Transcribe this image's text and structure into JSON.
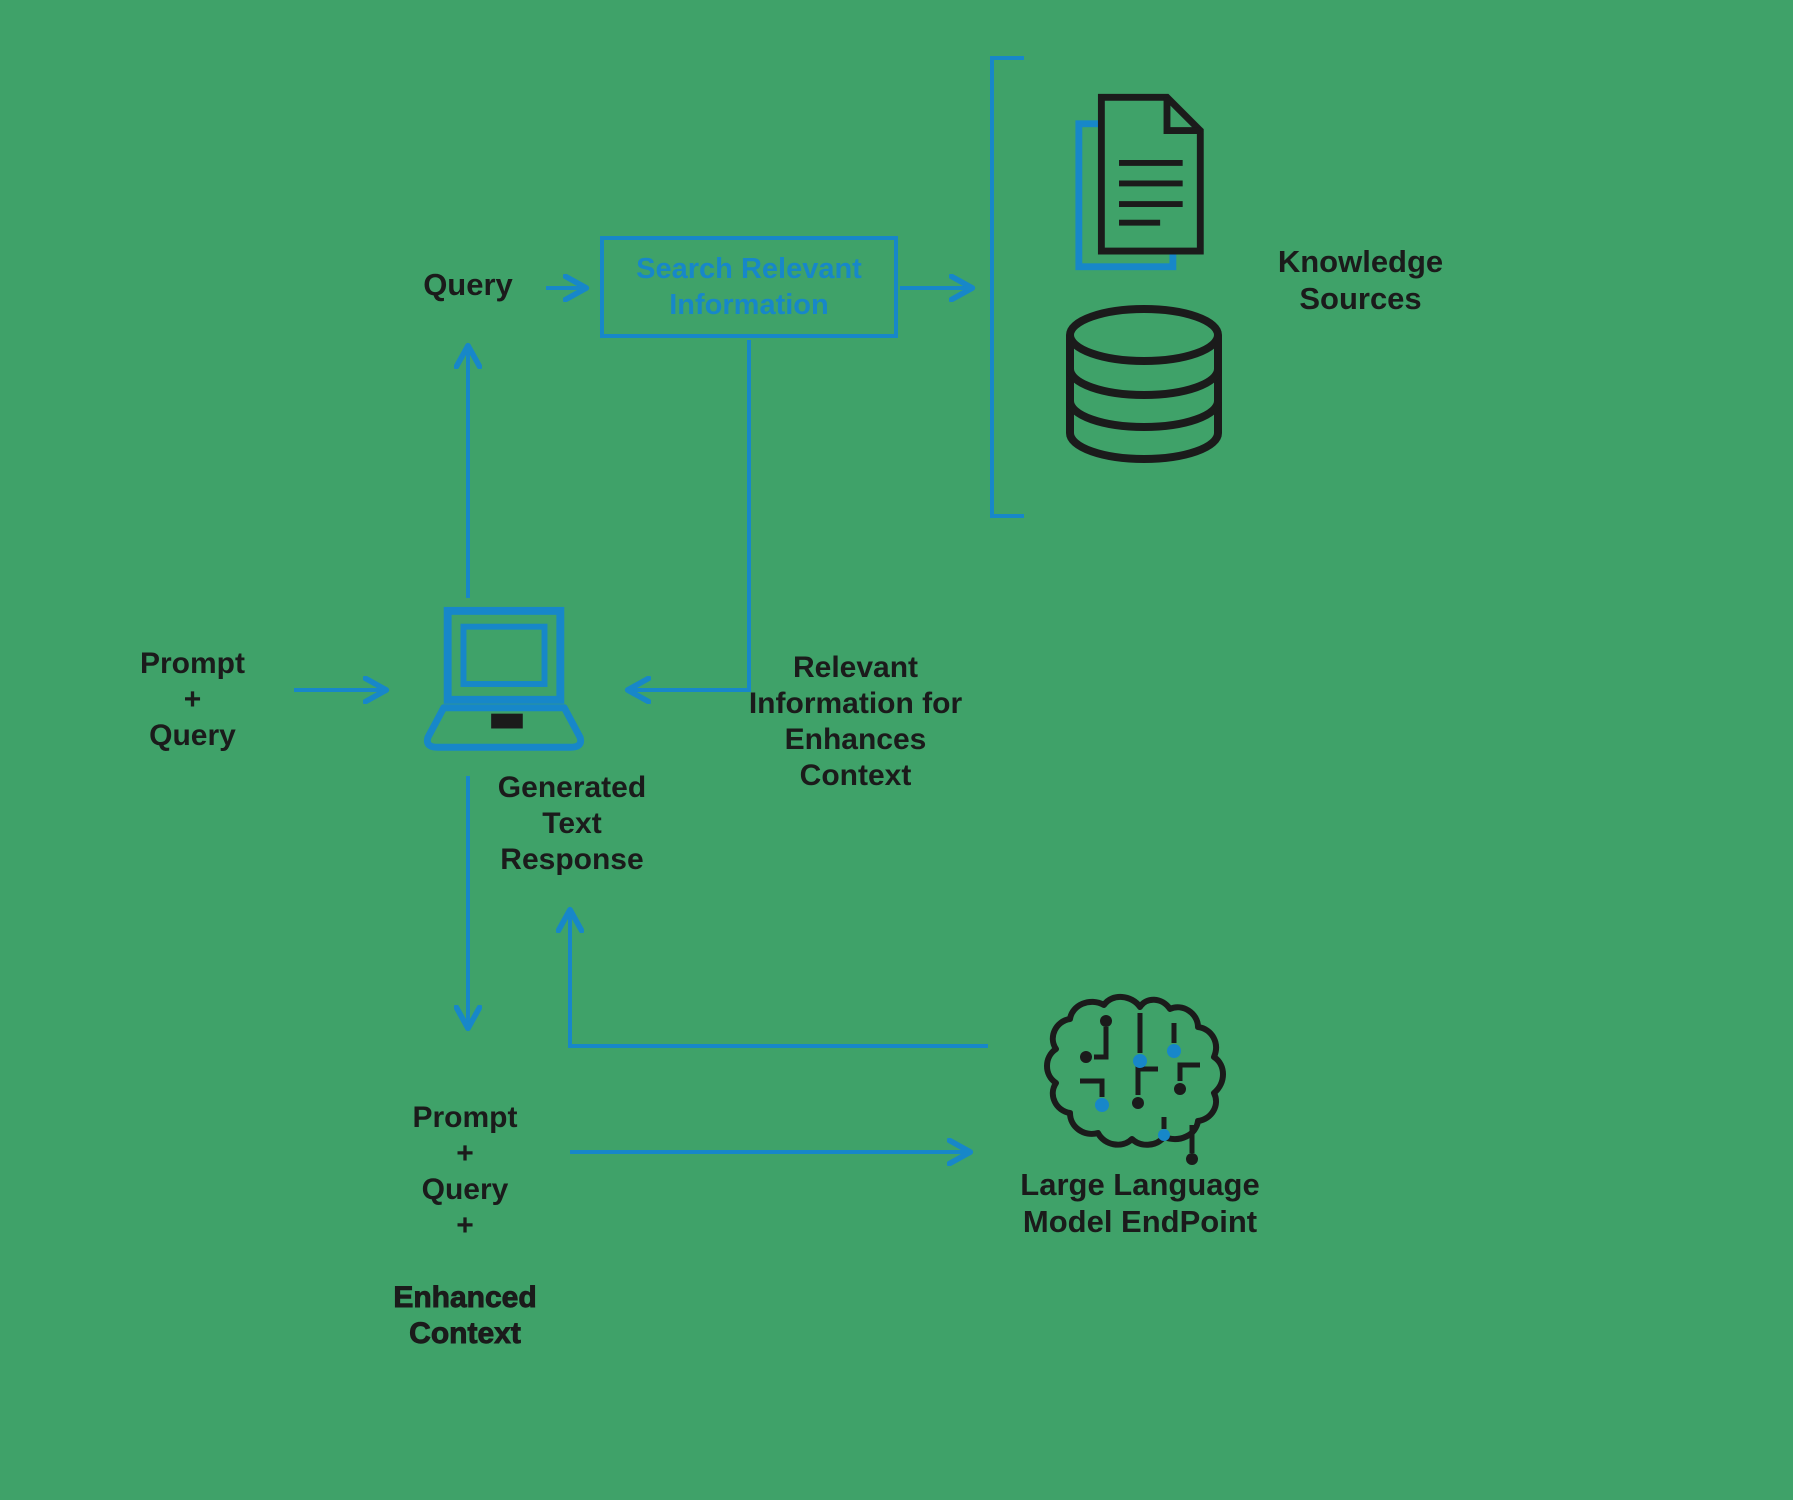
{
  "diagram": {
    "type": "flowchart",
    "colors": {
      "background": "#3FA269",
      "accent_blue": "#1787C9",
      "ink": "#1B1B1B"
    },
    "nodes": {
      "query": {
        "label": "Query"
      },
      "search_box": {
        "label": "Search Relevant Information"
      },
      "knowledge_sources": {
        "label": "Knowledge\nSources",
        "icons": [
          "documents-icon",
          "database-icon"
        ]
      },
      "user_laptop": {
        "icon": "laptop-icon"
      },
      "prompt_query": {
        "label": "Prompt\n+\nQuery"
      },
      "relevant_information": {
        "label": "Relevant\nInformation for\nEnhances\nContext"
      },
      "generated_text": {
        "label": "Generated\nText\nResponse"
      },
      "prompt_query_enhanced": {
        "label_regular": "Prompt\n+\nQuery\n+",
        "label_bold": "Enhanced\nContext"
      },
      "llm_endpoint": {
        "label": "Large Language\nModel EndPoint",
        "icon": "brain-circuit-icon"
      }
    },
    "edges": [
      {
        "from": "query",
        "to": "search_box"
      },
      {
        "from": "search_box",
        "to": "knowledge_sources"
      },
      {
        "from": "search_box",
        "to": "user_laptop"
      },
      {
        "from": "prompt_query",
        "to": "user_laptop"
      },
      {
        "from": "user_laptop",
        "to": "query"
      },
      {
        "from": "user_laptop",
        "to": "prompt_query_enhanced"
      },
      {
        "from": "prompt_query_enhanced",
        "to": "llm_endpoint"
      },
      {
        "from": "llm_endpoint",
        "to": "generated_text"
      }
    ]
  }
}
